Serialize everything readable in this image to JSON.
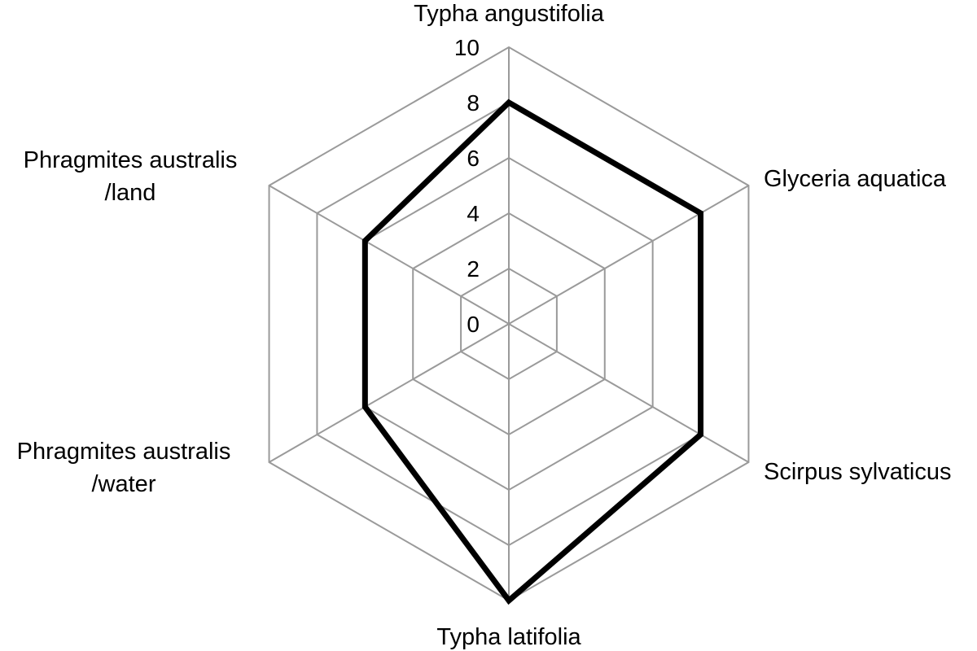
{
  "chart_data": {
    "type": "radar",
    "title": "",
    "categories": [
      [
        "Typha angustifolia"
      ],
      [
        "Glyceria aquatica"
      ],
      [
        "Scirpus sylvaticus"
      ],
      [
        "Typha latifolia"
      ],
      [
        "Phragmites australis",
        "/water"
      ],
      [
        "Phragmites australis",
        "/land"
      ]
    ],
    "series": [
      {
        "values": [
          8,
          8,
          8,
          10,
          6,
          6
        ],
        "color": "#000000"
      }
    ],
    "rlim": [
      0,
      10
    ],
    "ticks": [
      "0",
      "2",
      "4",
      "6",
      "8",
      "10"
    ],
    "grid": true,
    "legend": "none",
    "grid_color": "#9a9a9a",
    "series_color": "#000000"
  }
}
